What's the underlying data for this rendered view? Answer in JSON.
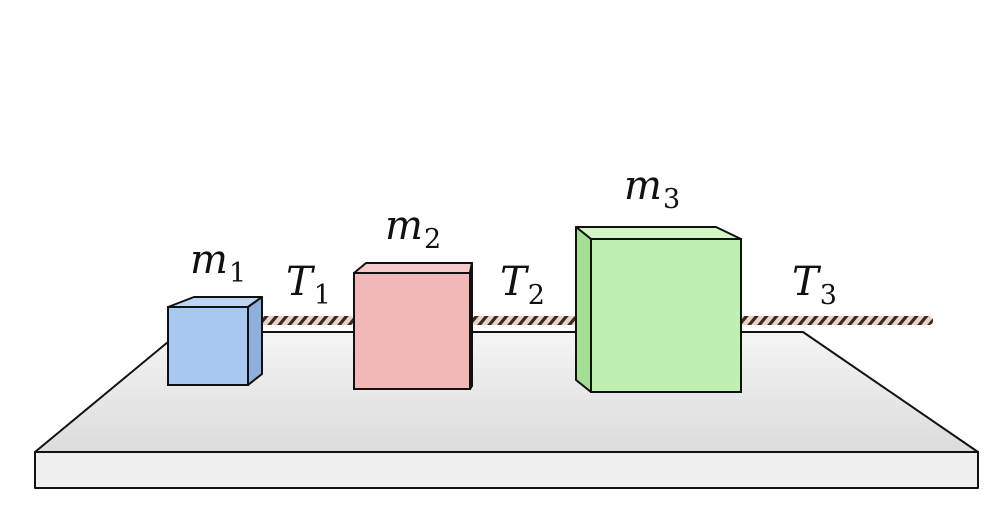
{
  "colors": {
    "block_m1": "#a9c8f0",
    "block_m2": "#f2b8b8",
    "block_m3": "#bff0b0",
    "table_top": "#e9e9e9",
    "table_front": "#efefef",
    "rope": "#6b4a3a",
    "outline": "#111111"
  },
  "masses": [
    {
      "symbol": "m",
      "subscript": "1"
    },
    {
      "symbol": "m",
      "subscript": "2"
    },
    {
      "symbol": "m",
      "subscript": "3"
    }
  ],
  "tensions": [
    {
      "symbol": "T",
      "subscript": "1"
    },
    {
      "symbol": "T",
      "subscript": "2"
    },
    {
      "symbol": "T",
      "subscript": "3"
    }
  ]
}
